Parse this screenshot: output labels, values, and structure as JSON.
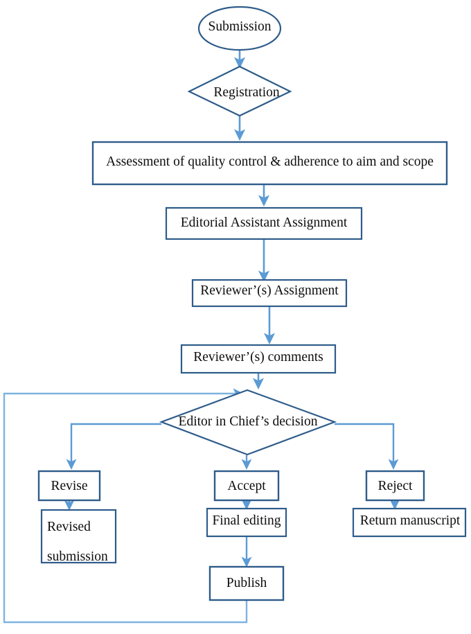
{
  "diagram": {
    "title": "Manuscript submission and editorial workflow flowchart",
    "colors": {
      "shape_stroke": "#2E5C8A",
      "connector": "#5B9BD5",
      "text": "#0D0D0D",
      "background": "#FFFFFF"
    },
    "nodes": [
      {
        "id": "submission",
        "shape": "ellipse",
        "label": "Submission"
      },
      {
        "id": "registration",
        "shape": "diamond",
        "label": "Registration"
      },
      {
        "id": "assessment",
        "shape": "rect",
        "label": "Assessment of quality control & adherence to aim and scope"
      },
      {
        "id": "editorial",
        "shape": "rect",
        "label": "Editorial Assistant Assignment"
      },
      {
        "id": "reviewer-assign",
        "shape": "rect",
        "label": "Reviewer’(s) Assignment"
      },
      {
        "id": "reviewer-comments",
        "shape": "rect",
        "label": "Reviewer’(s) comments"
      },
      {
        "id": "decision",
        "shape": "diamond",
        "label": "Editor in Chief’s decision"
      },
      {
        "id": "revise",
        "shape": "rect",
        "label": "Revise"
      },
      {
        "id": "revised-submission",
        "shape": "rect",
        "label": "Revised",
        "label2": "submission"
      },
      {
        "id": "accept",
        "shape": "rect",
        "label": "Accept"
      },
      {
        "id": "final-editing",
        "shape": "rect",
        "label": "Final editing"
      },
      {
        "id": "publish",
        "shape": "rect",
        "label": "Publish"
      },
      {
        "id": "reject",
        "shape": "rect",
        "label": "Reject"
      },
      {
        "id": "return-manuscript",
        "shape": "rect",
        "label": "Return manuscript"
      }
    ],
    "edges": [
      {
        "from": "submission",
        "to": "registration",
        "label": ""
      },
      {
        "from": "registration",
        "to": "assessment",
        "label": ""
      },
      {
        "from": "assessment",
        "to": "editorial",
        "label": ""
      },
      {
        "from": "editorial",
        "to": "reviewer-assign",
        "label": ""
      },
      {
        "from": "reviewer-assign",
        "to": "reviewer-comments",
        "label": ""
      },
      {
        "from": "reviewer-comments",
        "to": "decision",
        "label": ""
      },
      {
        "from": "decision",
        "to": "revise",
        "label": ""
      },
      {
        "from": "decision",
        "to": "accept",
        "label": ""
      },
      {
        "from": "decision",
        "to": "reject",
        "label": ""
      },
      {
        "from": "revise",
        "to": "revised-submission",
        "label": ""
      },
      {
        "from": "accept",
        "to": "final-editing",
        "label": ""
      },
      {
        "from": "final-editing",
        "to": "publish",
        "label": ""
      },
      {
        "from": "reject",
        "to": "return-manuscript",
        "label": ""
      },
      {
        "from": "publish",
        "to": "decision",
        "label": ""
      }
    ]
  }
}
